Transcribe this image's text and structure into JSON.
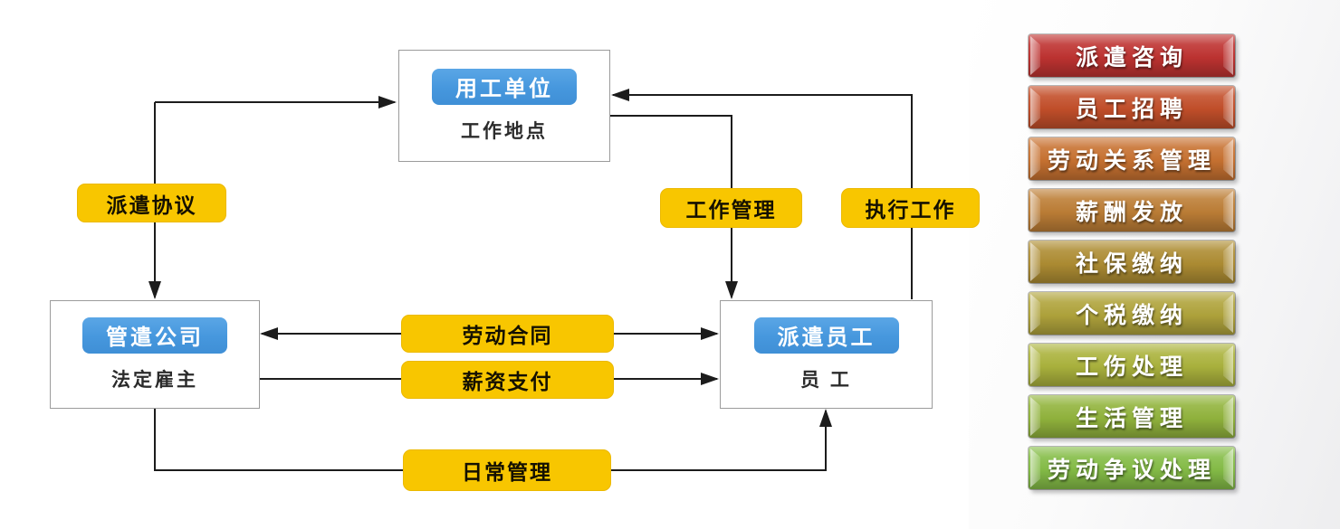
{
  "diagram": {
    "nodes": {
      "employing_unit": {
        "button": "用工单位",
        "caption": "工作地点"
      },
      "dispatch_company": {
        "button": "管遣公司",
        "caption": "法定雇主"
      },
      "dispatched_employee": {
        "button": "派遣员工",
        "caption": "员 工"
      }
    },
    "edges": {
      "dispatch_agreement": "派遣协议",
      "work_management": "工作管理",
      "execute_work": "执行工作",
      "labor_contract": "劳动合同",
      "salary_payment": "薪资支付",
      "daily_management": "日常管理"
    },
    "colors": {
      "node_button_blue": "#4697dd",
      "edge_label_yellow": "#f8c600",
      "connector_line": "#1c1c1c",
      "node_border_gray": "#9b9b9b"
    }
  },
  "services": {
    "items": [
      {
        "label": "派遣咨询",
        "color": "#bf3331"
      },
      {
        "label": "员工招聘",
        "color": "#c34f2a"
      },
      {
        "label": "劳动关系管理",
        "color": "#c87231"
      },
      {
        "label": "薪酬发放",
        "color": "#bd7e36"
      },
      {
        "label": "社保缴纳",
        "color": "#ae8d33"
      },
      {
        "label": "个税缴纳",
        "color": "#b0a43c"
      },
      {
        "label": "工伤处理",
        "color": "#abb33d"
      },
      {
        "label": "生活管理",
        "color": "#92b43d"
      },
      {
        "label": "劳动争议处理",
        "color": "#85bd47"
      }
    ]
  }
}
